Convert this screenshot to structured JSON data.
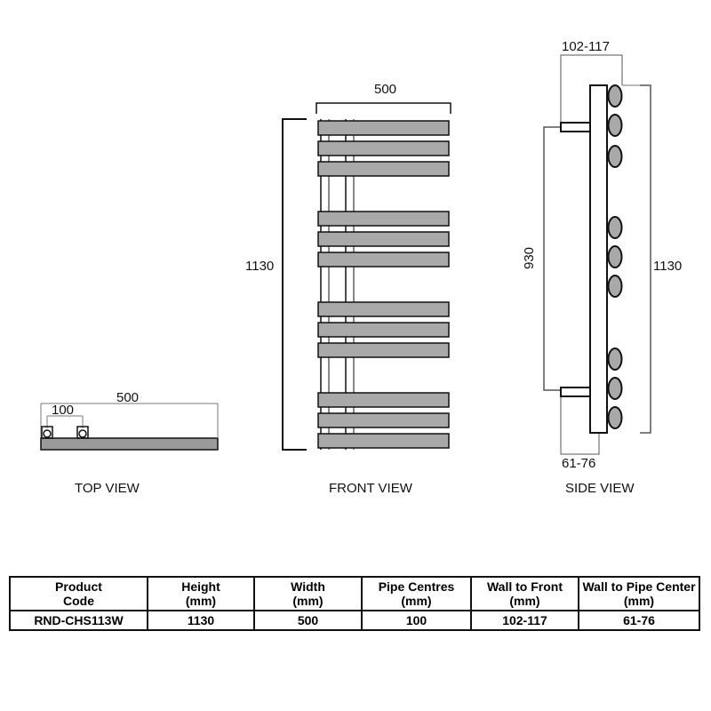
{
  "views": {
    "top": {
      "label": "TOP VIEW",
      "width_dim": "500",
      "pipe_dim": "100"
    },
    "front": {
      "label": "FRONT VIEW",
      "width_dim": "500",
      "height_dim": "1130"
    },
    "side": {
      "label": "SIDE VIEW",
      "wall_front_dim": "102-117",
      "pipe_centres_dim": "930",
      "height_dim": "1130",
      "wall_pipe_dim": "61-76"
    }
  },
  "colors": {
    "bar": "#a9a9a9",
    "line": "#111111"
  },
  "table": {
    "headers": [
      [
        "Product",
        "Code"
      ],
      [
        "Height",
        "(mm)"
      ],
      [
        "Width",
        "(mm)"
      ],
      [
        "Pipe Centres",
        "(mm)"
      ],
      [
        "Wall to Front",
        "(mm)"
      ],
      [
        "Wall to Pipe Center",
        "(mm)"
      ]
    ],
    "row": [
      "RND-CHS113W",
      "1130",
      "500",
      "100",
      "102-117",
      "61-76"
    ]
  }
}
